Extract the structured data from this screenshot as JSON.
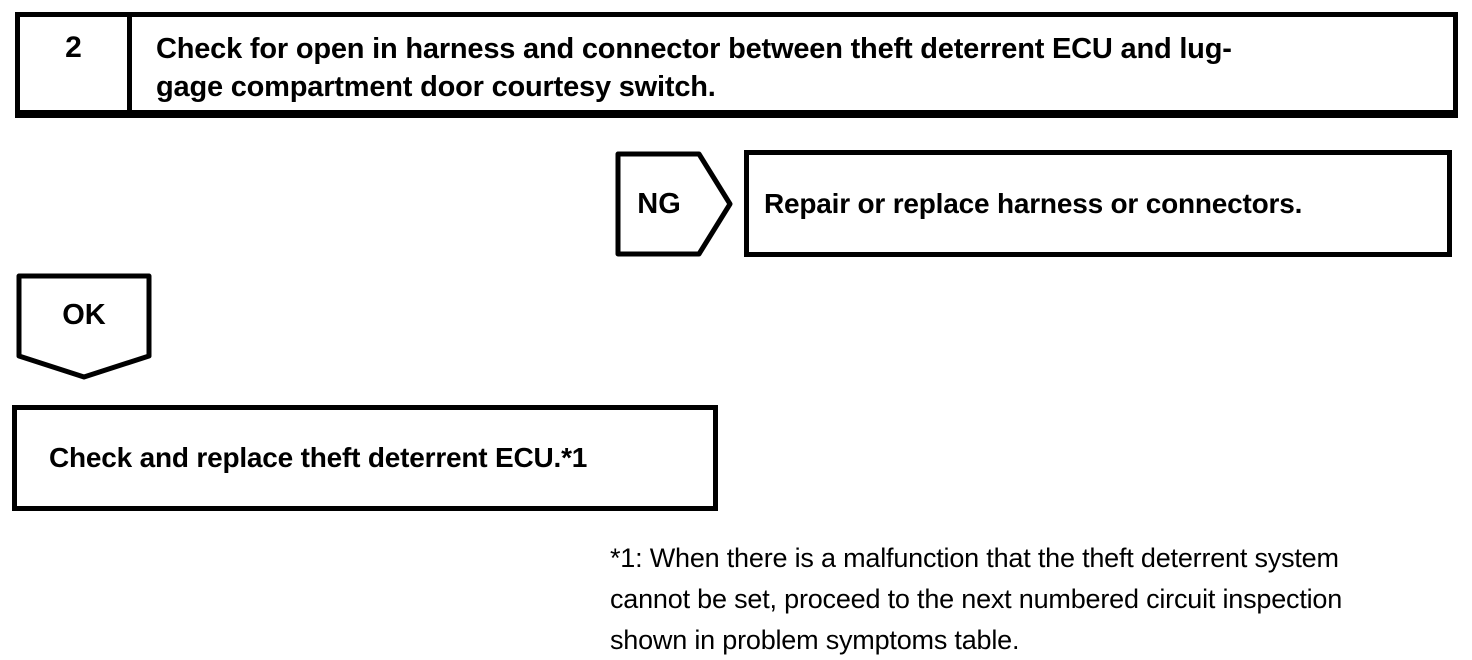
{
  "colors": {
    "ink": "#000000",
    "paper": "#ffffff"
  },
  "flowchart": {
    "step": {
      "number": "2",
      "instruction_lines": [
        "Check for open in harness and connector between theft deterrent ECU and lug-",
        "gage compartment door courtesy switch."
      ]
    },
    "ng_branch": {
      "label": "NG",
      "action": "Repair or replace harness or connectors."
    },
    "ok_branch": {
      "label": "OK",
      "action": "Check and replace theft deterrent ECU.*1"
    },
    "footnote": {
      "lines": [
        "*1: When there is a malfunction that the theft deterrent system",
        "cannot be set, proceed to the next numbered circuit inspection",
        "shown in problem symptoms table."
      ]
    }
  }
}
